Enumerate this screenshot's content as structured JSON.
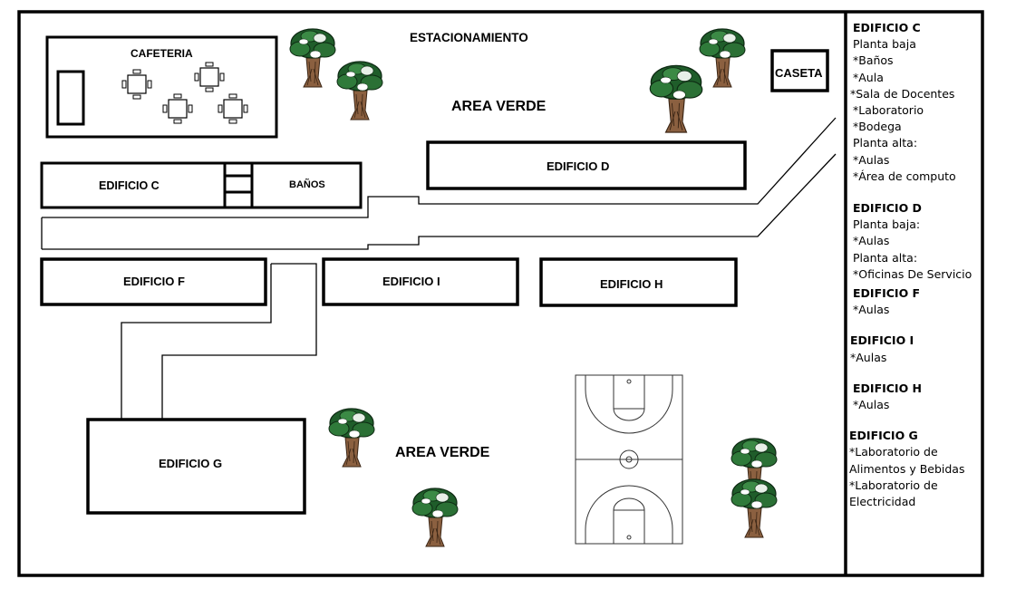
{
  "map": {
    "parking_label": "ESTACIONAMIENTO",
    "cafeteria_label": "CAFETERIA",
    "caseta_label": "CASETA",
    "green_area_1": "AREA VERDE",
    "green_area_2": "AREA VERDE",
    "buildings": {
      "c": "EDIFICIO C",
      "banos": "BAÑOS",
      "d": "EDIFICIO D",
      "f": "EDIFICIO F",
      "i": "EDIFICIO I",
      "h": "EDIFICIO H",
      "g": "EDIFICIO G"
    }
  },
  "legend": {
    "c": {
      "title": "EDIFICIO C",
      "items": [
        "Planta baja",
        "*Baños",
        "*Aula",
        "*Sala de Docentes",
        "*Laboratorio",
        "*Bodega",
        "Planta alta:",
        "*Aulas",
        "*Área de computo"
      ]
    },
    "d": {
      "title": "EDIFICIO D",
      "items": [
        "Planta baja:",
        "*Aulas",
        "Planta alta:",
        "*Oficinas De Servicio"
      ]
    },
    "f": {
      "title": "EDIFICIO F",
      "items": [
        "*Aulas"
      ]
    },
    "i": {
      "title": "EDIFICIO I",
      "items": [
        "*Aulas"
      ]
    },
    "h": {
      "title": "EDIFICIO H",
      "items": [
        "*Aulas"
      ]
    },
    "g": {
      "title": "EDIFICIO G",
      "items": [
        "*Laboratorio de",
        "Alimentos y Bebidas",
        "*Laboratorio de",
        "Electricidad"
      ]
    }
  }
}
